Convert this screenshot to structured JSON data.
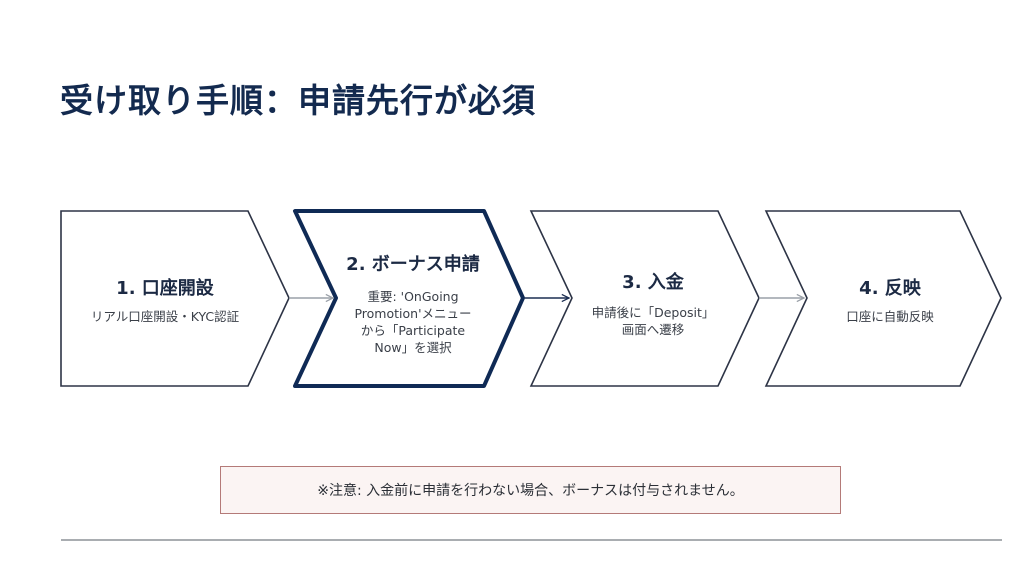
{
  "page": {
    "title": "受け取り手順：申請先行が必須"
  },
  "colors": {
    "title": "#132a4f",
    "outline": "#2d3446",
    "highlight_outline": "#0f2a55",
    "arrow_gray": "#9aa0a8",
    "arrow_dark": "#1c2e52",
    "caution_border": "#b47a78",
    "caution_bg": "#fbf4f3",
    "divider": "#a9adb1"
  },
  "steps": [
    {
      "number": "1",
      "title": "1. 口座開設",
      "description_lines": [
        "リアル口座開設・KYC認証"
      ],
      "highlighted": false
    },
    {
      "number": "2",
      "title": "2. ボーナス申請",
      "description_lines": [
        "重要: 'OnGoing",
        "Promotion'メニュー",
        "から「Participate",
        "Now」を選択"
      ],
      "highlighted": true
    },
    {
      "number": "3",
      "title": "3. 入金",
      "description_lines": [
        "申請後に「Deposit」",
        "画面へ遷移"
      ],
      "highlighted": false
    },
    {
      "number": "4",
      "title": "4. 反映",
      "description_lines": [
        "口座に自動反映"
      ],
      "highlighted": false
    }
  ],
  "connectors": [
    {
      "from": "1",
      "to": "2",
      "style": "gray"
    },
    {
      "from": "2",
      "to": "3",
      "style": "dark"
    },
    {
      "from": "3",
      "to": "4",
      "style": "gray"
    }
  ],
  "caution": {
    "text": "※注意: 入金前に申請を行わない場合、ボーナスは付与されません。"
  }
}
